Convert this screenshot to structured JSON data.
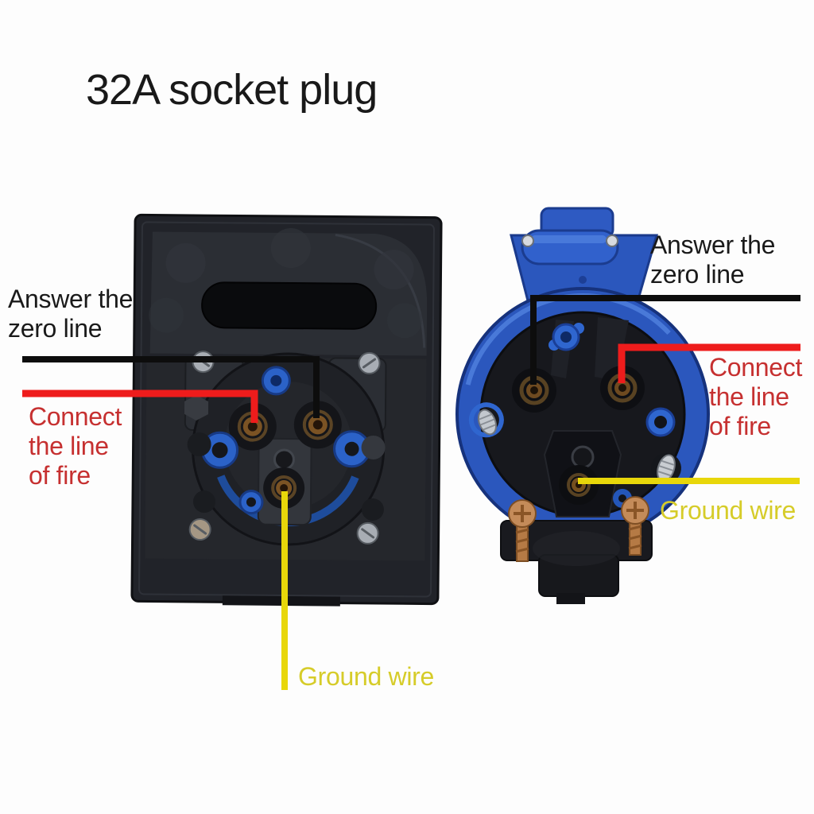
{
  "title": "32A socket plug",
  "labels": {
    "left_neutral": "Answer the\nzero line",
    "left_live": "Connect\nthe line\nof fire",
    "right_neutral": "Answer the\nzero line",
    "right_live": "Connect\nthe line\nof fire",
    "right_ground": "Ground wire",
    "bottom_ground": "Ground wire"
  },
  "colors": {
    "neutral_wire": "#0d0d0d",
    "live_wire": "#ee1c1c",
    "live_text": "#c63030",
    "ground_wire": "#e8d70a",
    "ground_text": "#d6cc29",
    "plug_blue": "#2b57bd",
    "device_body": "#212329",
    "brass_terminal": "#7b5324",
    "background": "#fdfdfd"
  },
  "images": {
    "left_photo": "socket-rear-view",
    "right_photo": "plug-front-view"
  }
}
